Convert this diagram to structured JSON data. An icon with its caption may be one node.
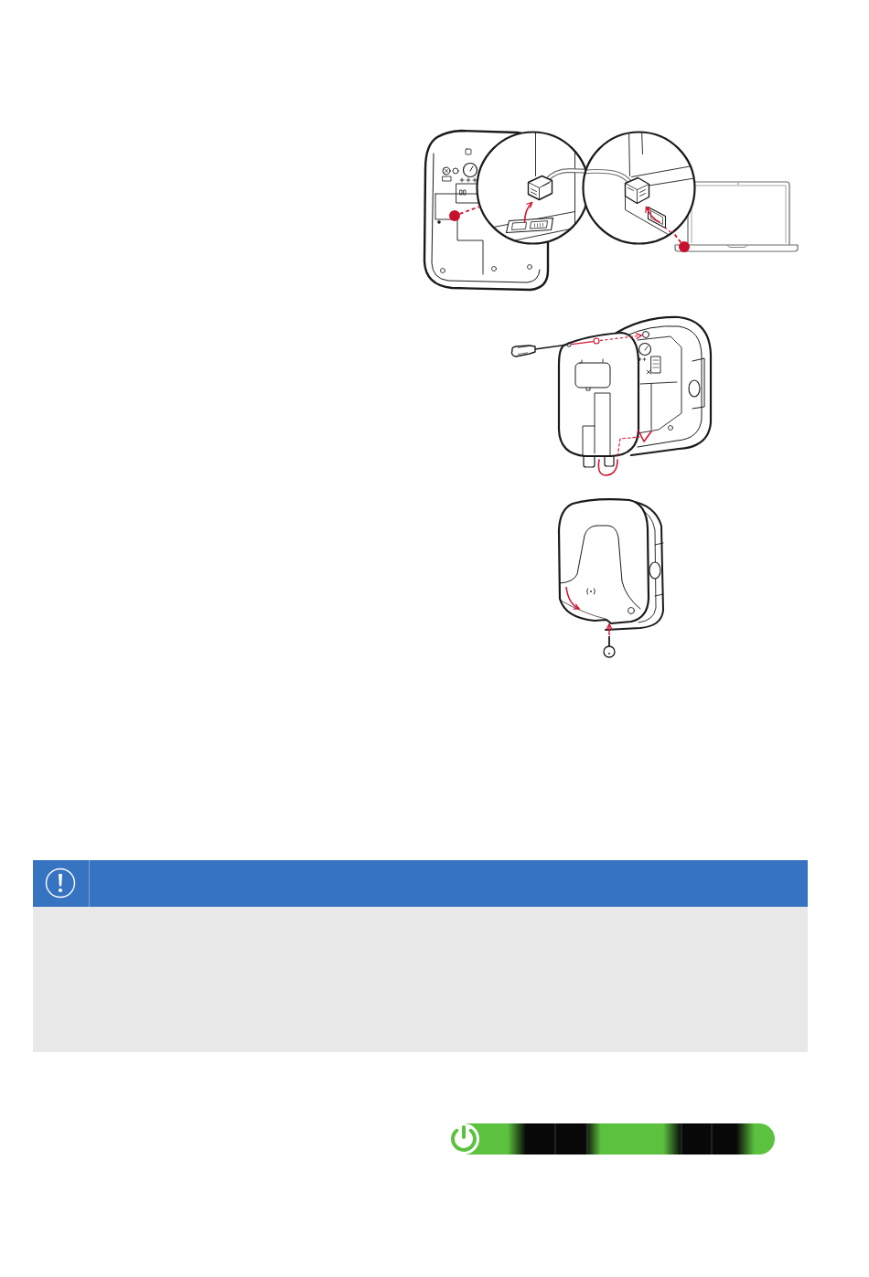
{
  "diagram": {
    "nodes": [
      {
        "text": [],
        "shape": "circle"
      },
      {
        "text": [],
        "shape": "circle"
      },
      {
        "text": [],
        "shape": "circle"
      },
      {
        "text": [],
        "shape": "circle"
      },
      {
        "text": [],
        "shape": "box"
      }
    ],
    "edges": [
      {
        "from": 0,
        "to": 1,
        "arrow": "none",
        "style": "dashed"
      },
      {
        "from": 3,
        "to": 2,
        "arrow": "none",
        "style": "dashed"
      }
    ]
  }
}
